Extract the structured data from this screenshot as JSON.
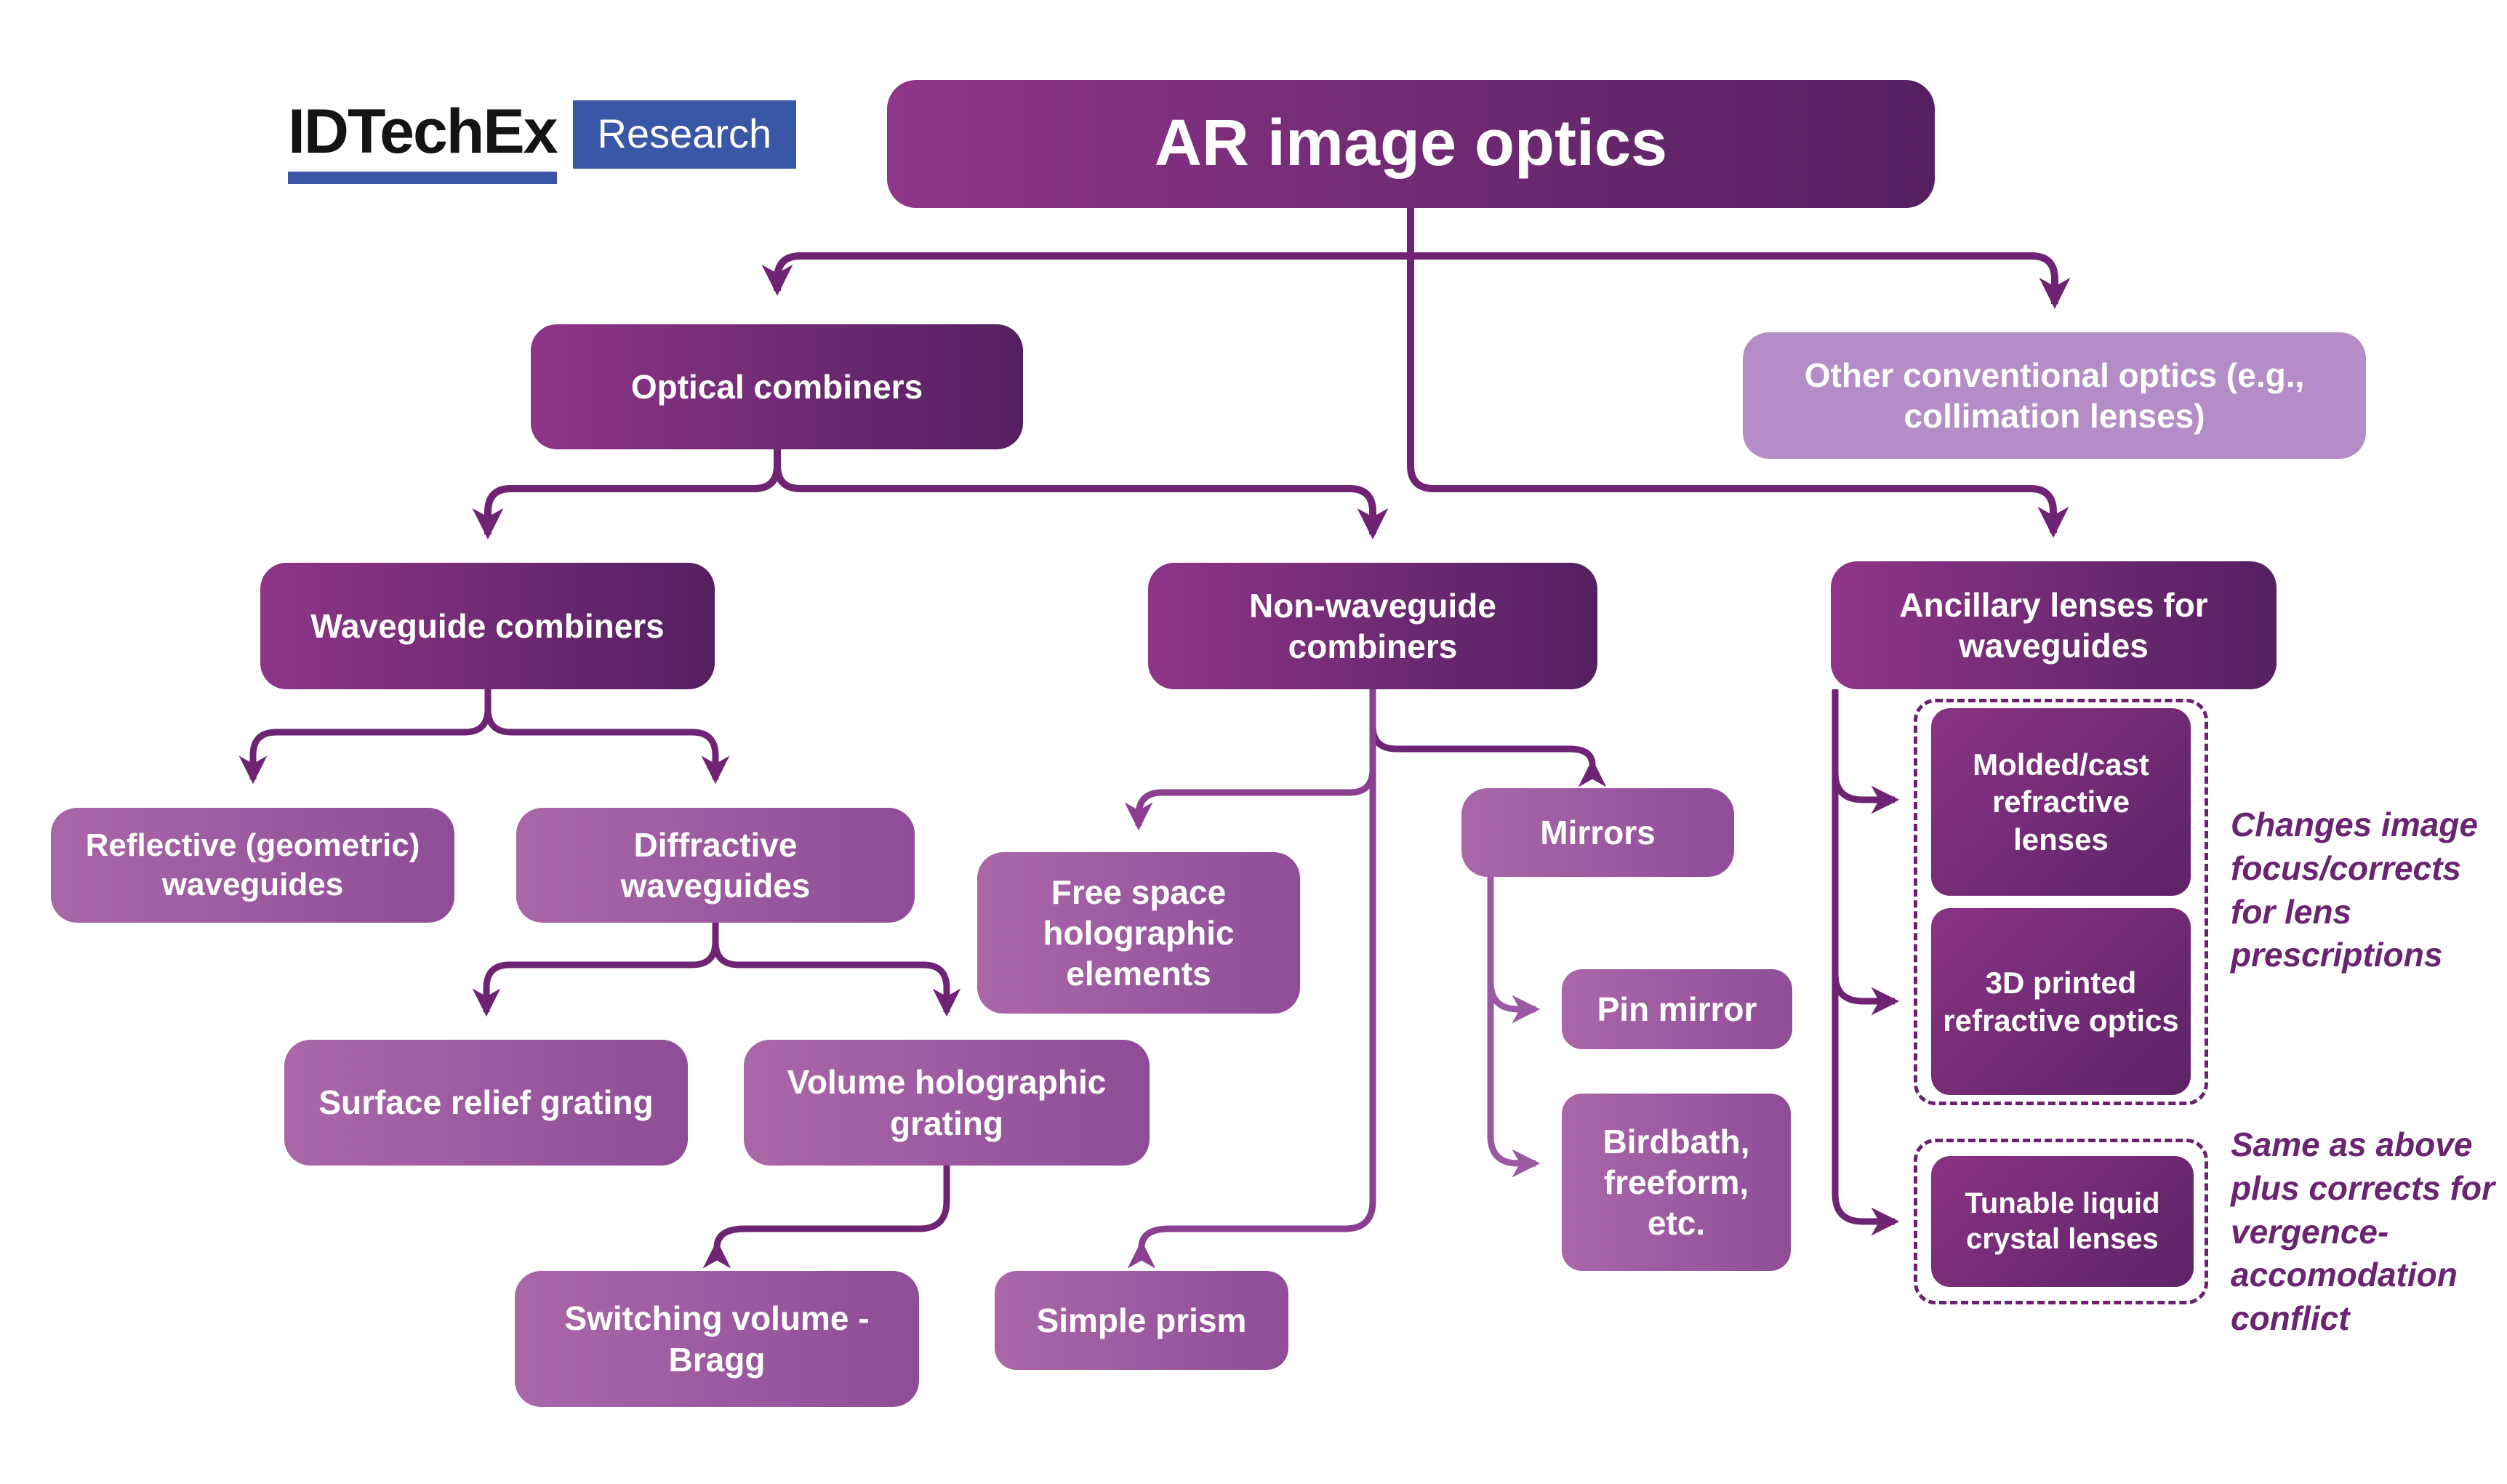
{
  "logo": {
    "brand": "IDTechEx",
    "research": "Research"
  },
  "diagram": {
    "title": "AR image optics",
    "nodes": {
      "optical_combiners": "Optical combiners",
      "other_conventional": "Other conventional optics (e.g., collimation lenses)",
      "waveguide_combiners": "Waveguide combiners",
      "non_waveguide_combiners": "Non-waveguide combiners",
      "ancillary_lenses": "Ancillary lenses for waveguides",
      "reflective_waveguides": "Reflective (geometric) waveguides",
      "diffractive_waveguides": "Diffractive waveguides",
      "free_space_holographic": "Free space holographic elements",
      "mirrors": "Mirrors",
      "surface_relief_grating": "Surface relief grating",
      "volume_holographic_grating": "Volume holographic grating",
      "switching_volume_bragg": "Switching volume - Bragg",
      "simple_prism": "Simple prism",
      "pin_mirror": "Pin mirror",
      "birdbath_freeform": "Birdbath, freeform, etc.",
      "molded_cast": "Molded/cast refractive lenses",
      "printed_3d": "3D printed refractive optics",
      "tunable_liquid_crystal": "Tunable liquid crystal lenses"
    },
    "annotations": {
      "refractive_note": "Changes image focus/corrects for lens prescriptions",
      "tunable_note": "Same as above plus corrects for vergence-accomodation conflict"
    },
    "colors": {
      "logo_blue": "#3A57A7",
      "box_dark_gradient_start": "#8E3588",
      "box_dark_gradient_end": "#542060",
      "box_mauve_gradient_start": "#AA67A8",
      "box_mauve_gradient_end": "#8F4D98",
      "box_light": "#B58DC6",
      "box_deep_gradient_start": "#8A3483",
      "box_deep_gradient_end": "#5E2268",
      "connector_dark": "#6E2472",
      "connector_medium": "#8C3E90",
      "connector_light": "#9C59A3",
      "annotation_text": "#6B2472",
      "text_on_box": "#FFFFFF"
    }
  }
}
